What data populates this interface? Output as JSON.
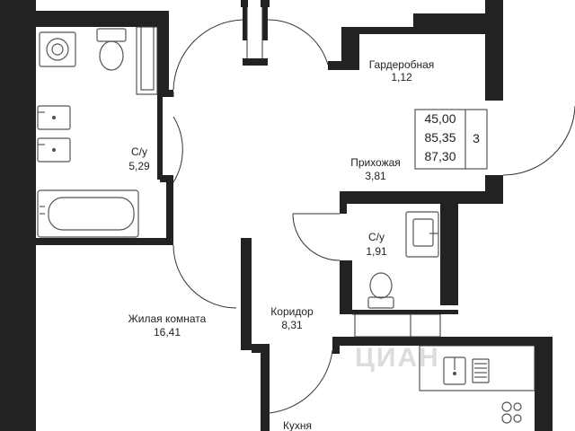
{
  "plan": {
    "colors": {
      "wall": "#222222",
      "line": "#333333",
      "fixture": "#555555",
      "background": "#ffffff",
      "watermark": "#d9dde2"
    },
    "rooms": [
      {
        "id": "wardrobe",
        "name": "Гардеробная",
        "area": "1,12"
      },
      {
        "id": "bathroom-1",
        "name": "С/у",
        "area": "5,29"
      },
      {
        "id": "hallway",
        "name": "Прихожая",
        "area": "3,81"
      },
      {
        "id": "bathroom-2",
        "name": "С/у",
        "area": "1,91"
      },
      {
        "id": "living-room",
        "name": "Жилая комната",
        "area": "16,41"
      },
      {
        "id": "corridor",
        "name": "Коридор",
        "area": "8,31"
      },
      {
        "id": "kitchen",
        "name": "Кухня",
        "area": ""
      }
    ],
    "summary": {
      "living_area": "45,00",
      "total_area": "85,35",
      "total_area_with_balcony": "87,30",
      "rooms_count": "3"
    },
    "watermark": "ЦИАН",
    "fixtures": [
      "washing-machine-icon",
      "toilet-icon",
      "sink-icon",
      "bathtub-icon",
      "kitchen-sink-icon",
      "stove-icon"
    ]
  }
}
